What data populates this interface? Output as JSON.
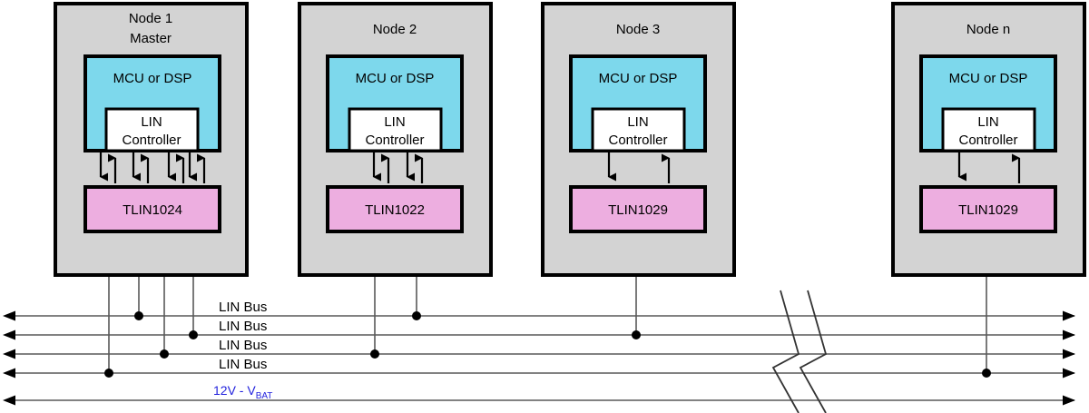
{
  "diagram": {
    "type": "block-diagram",
    "title": "LIN Bus multi-node network",
    "colors": {
      "node_fill": "#d3d3d3",
      "mcu_fill": "#7dd8ec",
      "controller_fill": "#ffffff",
      "transceiver_fill": "#edaee0",
      "stroke": "#000000",
      "bus_line": "#595959",
      "vbat_text": "#2222dd"
    }
  },
  "nodes": [
    {
      "id": "node1",
      "title_line1": "Node 1",
      "title_line2": "Master",
      "mcu_label": "MCU or DSP",
      "controller_label_line1": "LIN",
      "controller_label_line2": "Controller",
      "transceiver_label": "TLIN1024",
      "signal_pairs": 4,
      "drop_lines": 4
    },
    {
      "id": "node2",
      "title_line1": "Node 2",
      "title_line2": "",
      "mcu_label": "MCU or DSP",
      "controller_label_line1": "LIN",
      "controller_label_line2": "Controller",
      "transceiver_label": "TLIN1022",
      "signal_pairs": 2,
      "drop_lines": 2
    },
    {
      "id": "node3",
      "title_line1": "Node 3",
      "title_line2": "",
      "mcu_label": "MCU or DSP",
      "controller_label_line1": "LIN",
      "controller_label_line2": "Controller",
      "transceiver_label": "TLIN1029",
      "signal_pairs": 1,
      "drop_lines": 1
    },
    {
      "id": "noden",
      "title_line1": "Node n",
      "title_line2": "",
      "mcu_label": "MCU or DSP",
      "controller_label_line1": "LIN",
      "controller_label_line2": "Controller",
      "transceiver_label": "TLIN1029",
      "signal_pairs": 1,
      "drop_lines": 1
    }
  ],
  "buses": [
    {
      "id": "bus1",
      "label": "LIN Bus"
    },
    {
      "id": "bus2",
      "label": "LIN Bus"
    },
    {
      "id": "bus3",
      "label": "LIN Bus"
    },
    {
      "id": "bus4",
      "label": "LIN Bus"
    },
    {
      "id": "bus5",
      "label_main": "12V - V",
      "label_sub": "BAT"
    }
  ],
  "break_symbol": {
    "name": "bus-break-zigzag",
    "count": 2
  }
}
